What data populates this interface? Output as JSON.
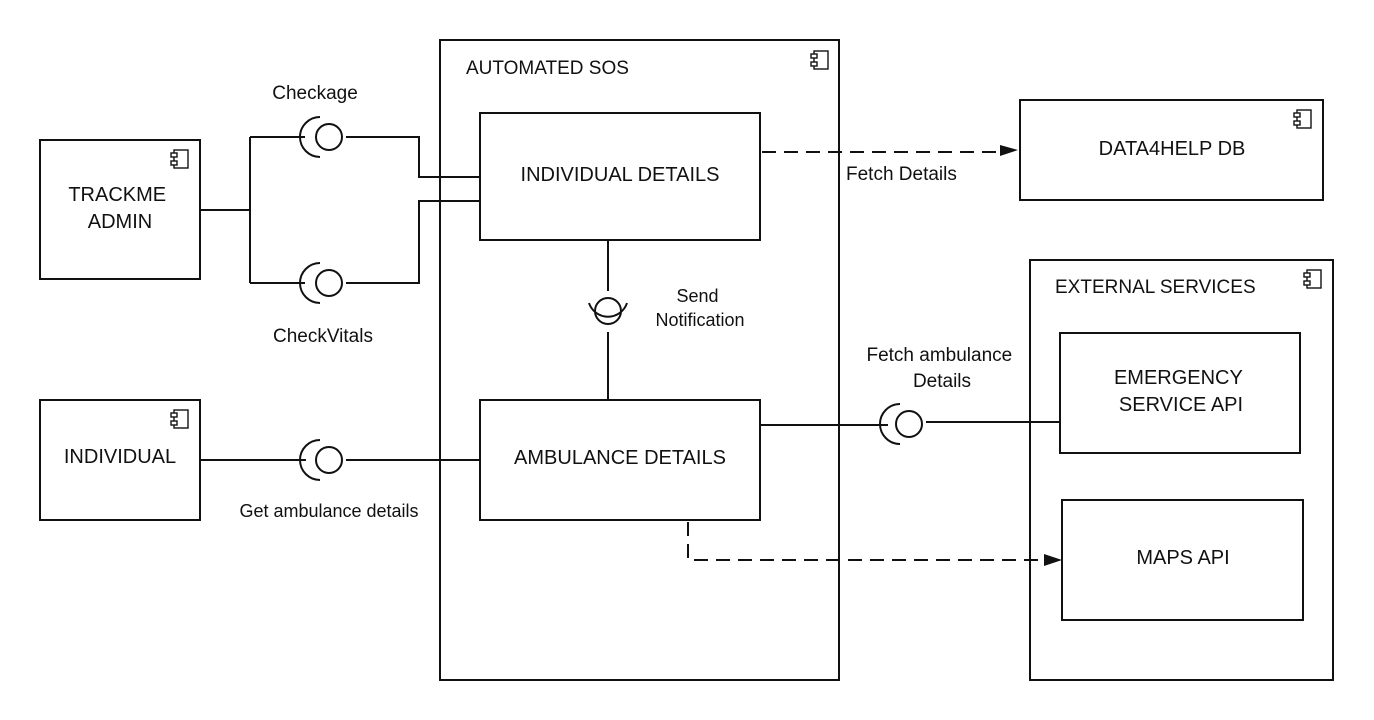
{
  "components": {
    "automated_sos": "AUTOMATED SOS",
    "individual_details": "INDIVIDUAL DETAILS",
    "ambulance_details": "AMBULANCE DETAILS",
    "trackme_admin": [
      "TRACKME",
      "ADMIN"
    ],
    "individual": "INDIVIDUAL",
    "data4help_db": "DATA4HELP DB",
    "external_services": "EXTERNAL SERVICES",
    "emergency_service_api": [
      "EMERGENCY",
      "SERVICE API"
    ],
    "maps_api": "MAPS API"
  },
  "interfaces": {
    "checkage": "Checkage",
    "checkvitals": "CheckVitals",
    "send_notification": [
      "Send",
      "Notification"
    ],
    "get_ambulance_details": "Get ambulance details",
    "fetch_ambulance_details": [
      "Fetch ambulance",
      "Details"
    ]
  },
  "dependencies": {
    "fetch_details": "Fetch Details"
  },
  "icons": {
    "component": "component-icon",
    "interface": "lollipop-socket-icon",
    "arrow": "dashed-arrow"
  }
}
